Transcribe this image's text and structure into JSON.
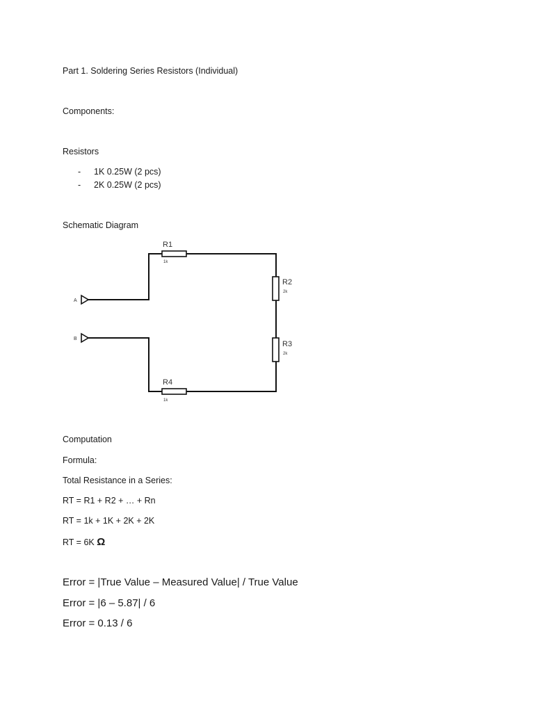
{
  "doc": {
    "title": "Part 1. Soldering Series Resistors (Individual)",
    "components_heading": "Components:",
    "resistors_heading": "Resistors",
    "resistor_list": [
      "1K 0.25W (2 pcs)",
      "2K 0.25W (2 pcs)"
    ],
    "schematic_heading": "Schematic Diagram",
    "computation_heading": "Computation",
    "formula_label": "Formula:",
    "total_resistance_label": "Total Resistance in a Series:",
    "rt_formula": "RT = R1 + R2 + … + Rn",
    "rt_values": "RT = 1k + 1K + 2K + 2K",
    "rt_result": "RT = 6K ",
    "rt_unit": "Ω",
    "error_formula": "Error = |True Value – Measured Value| / True Value",
    "error_substituted": "Error = |6 – 5.87| / 6",
    "error_result": "Error = 0.13 / 6"
  },
  "schematic": {
    "terminal_a": "A",
    "terminal_b": "B",
    "resistors": [
      {
        "label": "R1",
        "value": "1k"
      },
      {
        "label": "R2",
        "value": "2k"
      },
      {
        "label": "R3",
        "value": "2k"
      },
      {
        "label": "R4",
        "value": "1k"
      }
    ]
  }
}
